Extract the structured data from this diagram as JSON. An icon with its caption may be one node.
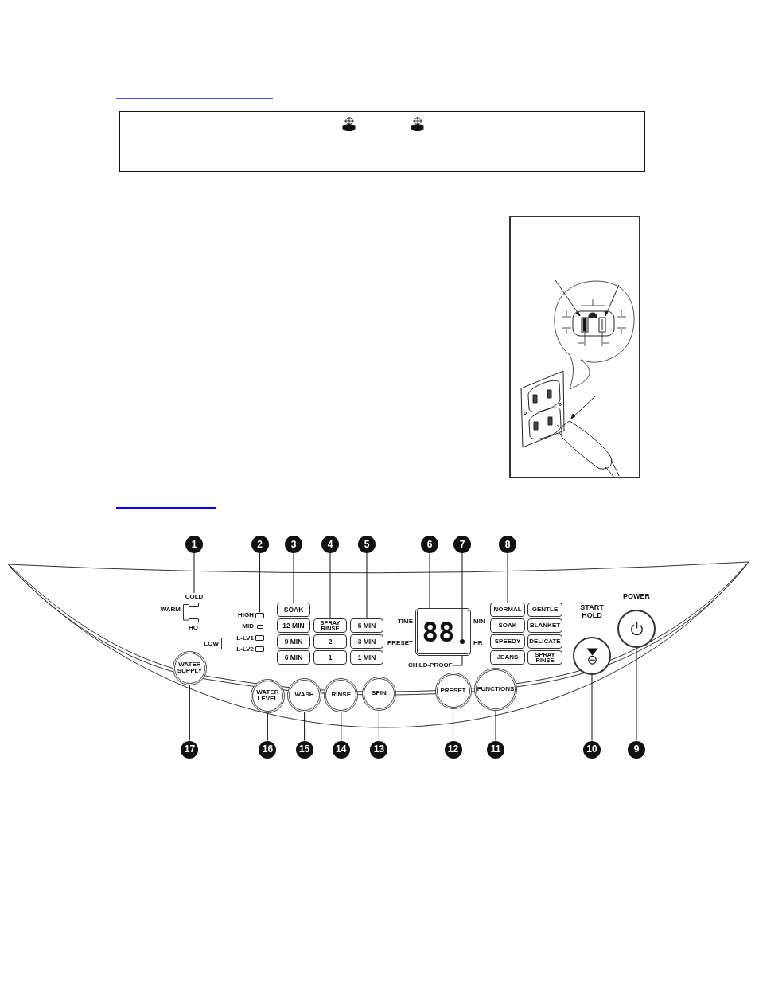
{
  "diagram": {
    "nodes": [
      {
        "text": [
          "1"
        ]
      },
      {
        "text": [
          "2"
        ]
      },
      {
        "text": [
          "3"
        ]
      },
      {
        "text": [
          "4"
        ]
      },
      {
        "text": [
          "5"
        ]
      },
      {
        "text": [
          "6"
        ]
      },
      {
        "text": [
          "7"
        ]
      },
      {
        "text": [
          "8"
        ]
      },
      {
        "text": [
          "COLD"
        ]
      },
      {
        "text": [],
        "shape": "box",
        "beside": [
          "HIGH"
        ]
      },
      {
        "text": [
          "SOAK"
        ]
      },
      {
        "text": [
          "12 MIN"
        ]
      },
      {
        "text": [
          "9 MIN"
        ]
      },
      {
        "text": [
          "6 MIN"
        ]
      },
      {
        "text": [
          "SPRAY RINSE"
        ]
      },
      {
        "text": [
          "2"
        ]
      },
      {
        "text": [
          "1"
        ]
      },
      {
        "text": [
          "6 MIN"
        ]
      },
      {
        "text": [
          "3 MIN"
        ]
      },
      {
        "text": [
          "1 MIN"
        ]
      },
      {
        "text": [
          "88"
        ]
      },
      {
        "text": [],
        "shape": "circle",
        "in": 20
      },
      {
        "text": [
          "NORMAL"
        ]
      },
      {
        "text": [
          "GENTLE"
        ]
      },
      {
        "text": [
          "SOAK"
        ]
      },
      {
        "text": [
          "BLANKET"
        ]
      },
      {
        "text": [
          "SPEEDY"
        ]
      },
      {
        "text": [
          "DELICATE"
        ]
      },
      {
        "text": [
          "JEANS"
        ]
      },
      {
        "text": [
          "SPRAY RINSE"
        ]
      },
      {
        "text": [
          "START HOLD"
        ]
      },
      {
        "text": [
          "POWER"
        ]
      },
      {
        "text": [
          "WATER SUPPLY"
        ]
      },
      {
        "text": [
          "WATER LEVEL"
        ]
      },
      {
        "text": [
          "WASH"
        ]
      },
      {
        "text": [
          "RINSE"
        ]
      },
      {
        "text": [
          "SPIN"
        ]
      },
      {
        "text": [
          "PRESET"
        ]
      },
      {
        "text": [
          "FUNCTIONS"
        ]
      },
      {
        "text": [
          "17"
        ]
      },
      {
        "text": [
          "16"
        ]
      },
      {
        "text": [
          "15"
        ]
      },
      {
        "text": [
          "14"
        ]
      },
      {
        "text": [
          "13"
        ]
      },
      {
        "text": [
          "12"
        ]
      },
      {
        "text": [
          "11"
        ]
      },
      {
        "text": [
          "10"
        ]
      },
      {
        "text": [
          "9"
        ]
      }
    ],
    "edges": [
      {
        "from": 0,
        "to": 8,
        "arrow": "none"
      },
      {
        "from": 1,
        "to": 9,
        "arrow": "none"
      },
      {
        "from": 2,
        "to": 10,
        "arrow": "none"
      },
      {
        "from": 3,
        "to": 14,
        "arrow": "none"
      },
      {
        "from": 4,
        "to": 17,
        "arrow": "none"
      },
      {
        "from": 5,
        "to": 20,
        "arrow": "none"
      },
      {
        "from": 6,
        "to": 21,
        "arrow": "none"
      },
      {
        "from": 7,
        "to": 22,
        "arrow": "none"
      },
      {
        "from": 39,
        "to": 32,
        "arrow": "none"
      },
      {
        "from": 40,
        "to": 33,
        "arrow": "none"
      },
      {
        "from": 41,
        "to": 34,
        "arrow": "none"
      },
      {
        "from": 42,
        "to": 35,
        "arrow": "none"
      },
      {
        "from": 43,
        "to": 36,
        "arrow": "none"
      },
      {
        "from": 44,
        "to": 37,
        "arrow": "none"
      },
      {
        "from": 45,
        "to": 38,
        "arrow": "none"
      },
      {
        "from": 46,
        "to": 30,
        "arrow": "none"
      },
      {
        "from": 47,
        "to": 31,
        "arrow": "none"
      },
      {
        "from": 20,
        "to": 37,
        "arrow": "none",
        "label": "CHILD-PROOF"
      }
    ],
    "labels": [
      "WARM",
      "HOT",
      "MID",
      "LOW",
      "L-LV1",
      "L-LV2",
      "TIME",
      "PRESET",
      "MIN",
      "HR"
    ]
  }
}
